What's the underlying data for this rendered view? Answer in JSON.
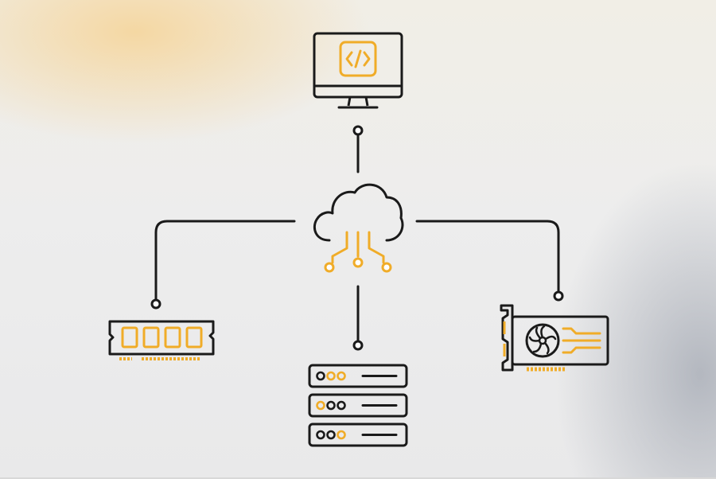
{
  "diagram": {
    "center_node": "cloud-icon",
    "nodes": [
      {
        "id": "monitor",
        "icon": "code-monitor-icon"
      },
      {
        "id": "memory",
        "icon": "ram-module-icon"
      },
      {
        "id": "server",
        "icon": "server-rack-icon"
      },
      {
        "id": "gpu",
        "icon": "graphics-card-icon"
      }
    ],
    "colors": {
      "stroke": "#1a1a1a",
      "accent": "#f0ac28",
      "accent_dark": "#e8a020",
      "background_warm": "#f6d08c",
      "background_cool": "#969ca8"
    }
  }
}
